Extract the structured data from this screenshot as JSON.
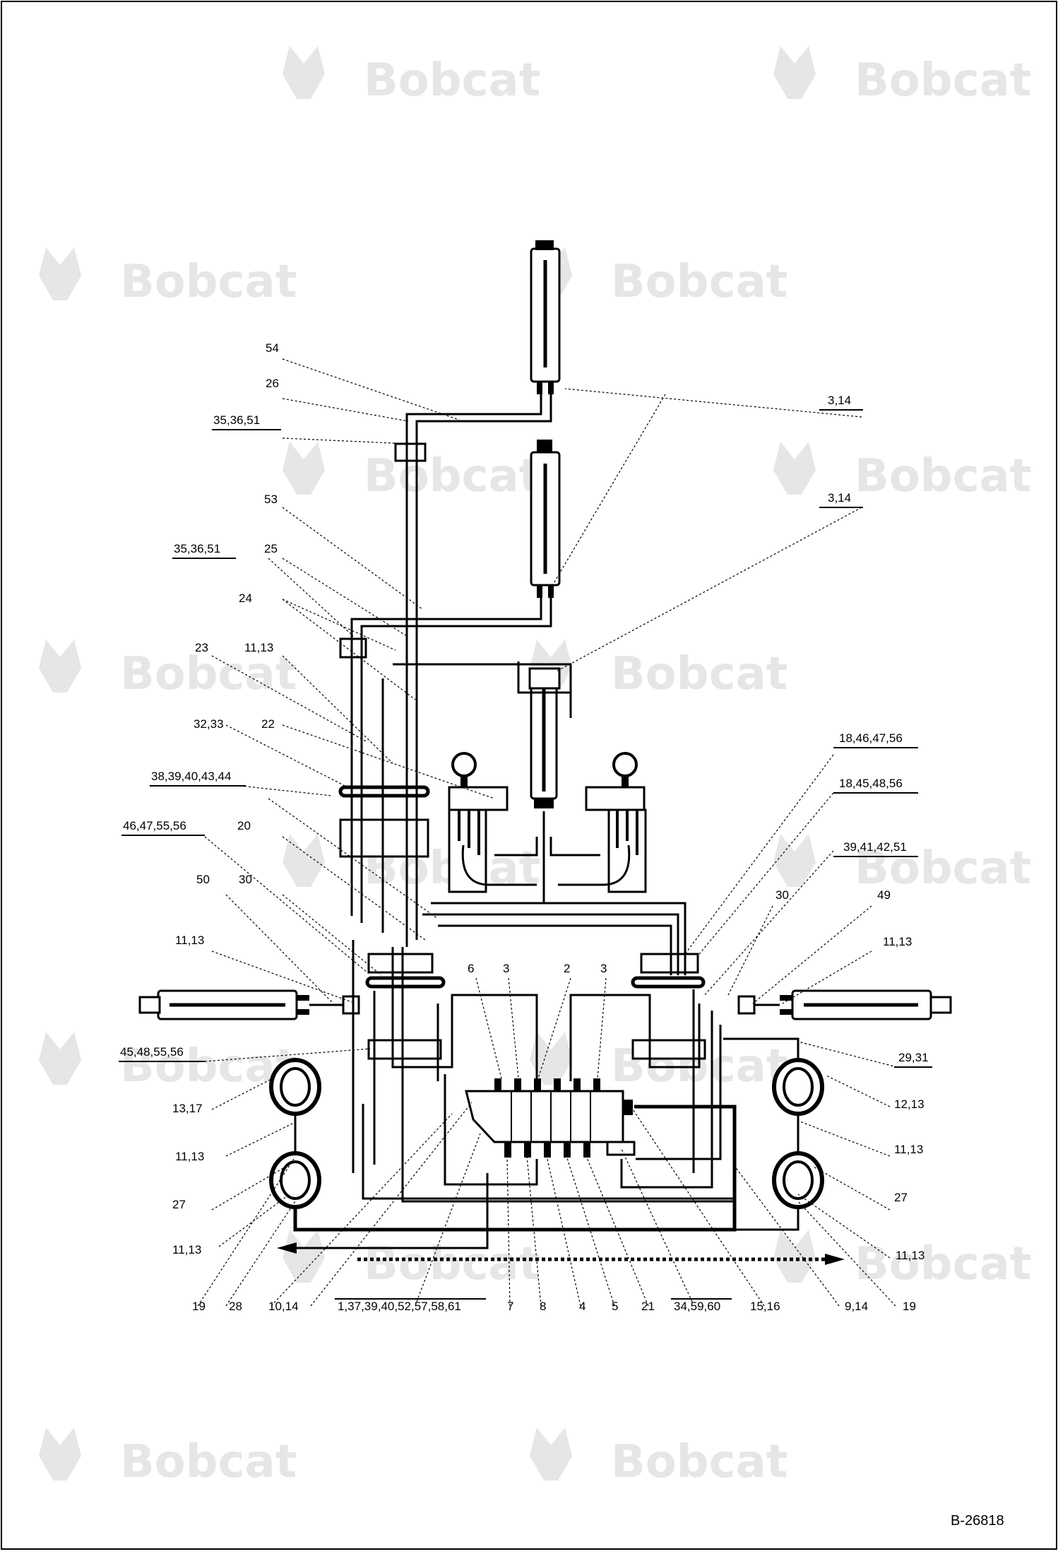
{
  "diagram": {
    "watermark_text": "Bobcat",
    "reference_id": "B-26818",
    "callouts": [
      {
        "id": "c54",
        "text": "54"
      },
      {
        "id": "c26",
        "text": "26"
      },
      {
        "id": "c35a",
        "text": "35,36,51"
      },
      {
        "id": "c53",
        "text": "53"
      },
      {
        "id": "c35b",
        "text": "35,36,51"
      },
      {
        "id": "c25",
        "text": "25"
      },
      {
        "id": "c24",
        "text": "24"
      },
      {
        "id": "c23",
        "text": "23"
      },
      {
        "id": "c1113a",
        "text": "11,13"
      },
      {
        "id": "c3233",
        "text": "32,33"
      },
      {
        "id": "c22",
        "text": "22"
      },
      {
        "id": "c3839",
        "text": "38,39,40,43,44"
      },
      {
        "id": "c4647",
        "text": "46,47,55,56"
      },
      {
        "id": "c20",
        "text": "20"
      },
      {
        "id": "c50",
        "text": "50"
      },
      {
        "id": "c30a",
        "text": "30"
      },
      {
        "id": "c1113b",
        "text": "11,13"
      },
      {
        "id": "c4548",
        "text": "45,48,55,56"
      },
      {
        "id": "c1317",
        "text": "13,17"
      },
      {
        "id": "c1113c",
        "text": "11,13"
      },
      {
        "id": "c27a",
        "text": "27"
      },
      {
        "id": "c1113d",
        "text": "11,13"
      },
      {
        "id": "c314a",
        "text": "3,14"
      },
      {
        "id": "c314b",
        "text": "3,14"
      },
      {
        "id": "c184647",
        "text": "18,46,47,56"
      },
      {
        "id": "c184548",
        "text": "18,45,48,56"
      },
      {
        "id": "c394142",
        "text": "39,41,42,51"
      },
      {
        "id": "c30b",
        "text": "30"
      },
      {
        "id": "c49",
        "text": "49"
      },
      {
        "id": "c1113e",
        "text": "11,13"
      },
      {
        "id": "c2931",
        "text": "29,31"
      },
      {
        "id": "c1213",
        "text": "12,13"
      },
      {
        "id": "c1113f",
        "text": "11,13"
      },
      {
        "id": "c27b",
        "text": "27"
      },
      {
        "id": "c1113g",
        "text": "11,13"
      },
      {
        "id": "c6",
        "text": "6"
      },
      {
        "id": "c3a",
        "text": "3"
      },
      {
        "id": "c2",
        "text": "2"
      },
      {
        "id": "c3b",
        "text": "3"
      },
      {
        "id": "c19a",
        "text": "19"
      },
      {
        "id": "c28",
        "text": "28"
      },
      {
        "id": "c1014",
        "text": "10,14"
      },
      {
        "id": "c1_61",
        "text": "1,37,39,40,52,57,58,61"
      },
      {
        "id": "c7",
        "text": "7"
      },
      {
        "id": "c8",
        "text": "8"
      },
      {
        "id": "c4",
        "text": "4"
      },
      {
        "id": "c5",
        "text": "5"
      },
      {
        "id": "c21",
        "text": "21"
      },
      {
        "id": "c345960",
        "text": "34,59,60"
      },
      {
        "id": "c1516",
        "text": "15,16"
      },
      {
        "id": "c914",
        "text": "9,14"
      },
      {
        "id": "c19b",
        "text": "19"
      }
    ]
  }
}
